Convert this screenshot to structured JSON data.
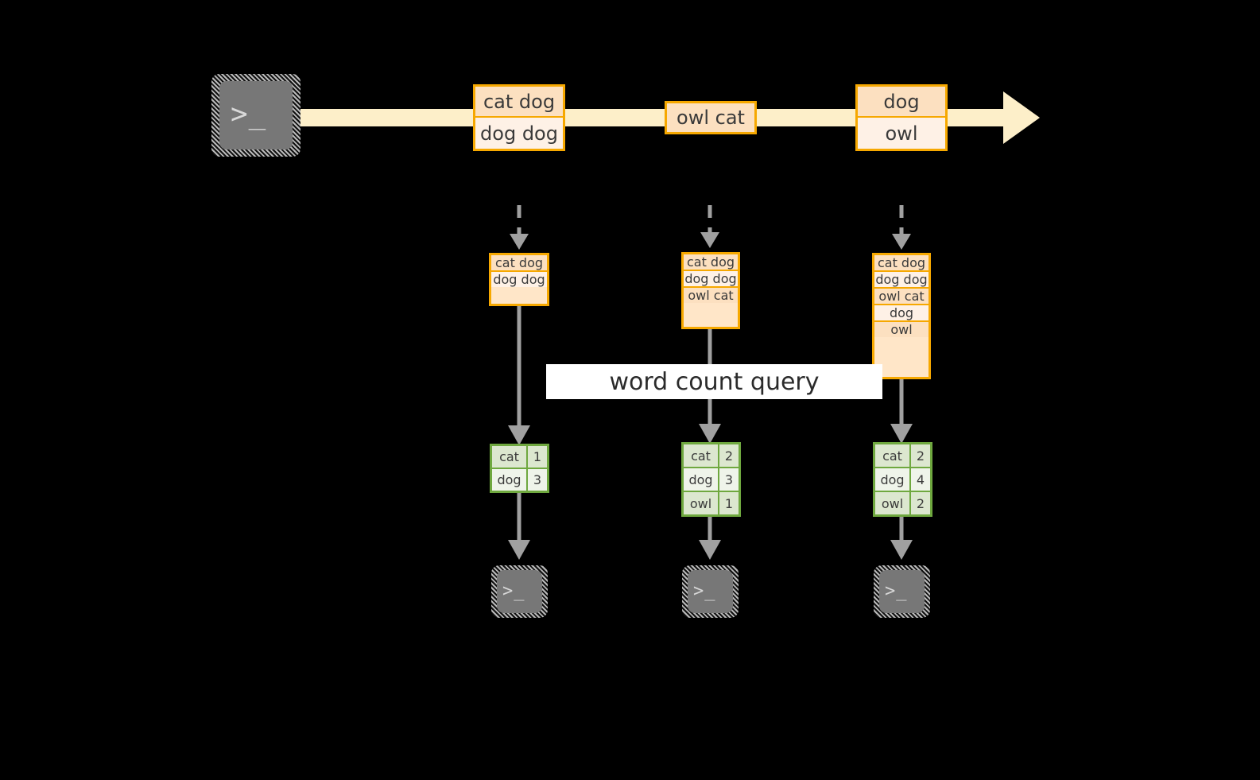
{
  "colors": {
    "background": "#000000",
    "belt_fill": "#FDEFC9",
    "record_border": "#F6A800",
    "record_fill_dark": "#FCE0C0",
    "record_fill_light": "#FEF1E6",
    "result_border": "#6FA83F",
    "result_fill_dark": "#DCE7CF",
    "result_fill_light": "#EFF4EA",
    "arrow_gray": "#A0A0A0",
    "terminal_body": "#777777",
    "banner_fill": "#FFFFFF"
  },
  "stream": {
    "source_icon": "terminal-icon",
    "source_glyph": ">_",
    "events": [
      {
        "id": "event-1",
        "lines": [
          "cat dog",
          "dog dog"
        ]
      },
      {
        "id": "event-2",
        "lines": [
          "owl cat"
        ]
      },
      {
        "id": "event-3",
        "lines": [
          "dog",
          "owl"
        ]
      }
    ]
  },
  "banner": {
    "label": "word count query"
  },
  "columns": [
    {
      "id": "snapshot-1",
      "input_lines": [
        "cat dog",
        "dog dog"
      ],
      "results": [
        {
          "word": "cat",
          "count": "1"
        },
        {
          "word": "dog",
          "count": "3"
        }
      ],
      "sink_icon": "terminal-icon",
      "sink_glyph": ">_"
    },
    {
      "id": "snapshot-2",
      "input_lines": [
        "cat dog",
        "dog dog",
        "owl cat"
      ],
      "results": [
        {
          "word": "cat",
          "count": "2"
        },
        {
          "word": "dog",
          "count": "3"
        },
        {
          "word": "owl",
          "count": "1"
        }
      ],
      "sink_icon": "terminal-icon",
      "sink_glyph": ">_"
    },
    {
      "id": "snapshot-3",
      "input_lines": [
        "cat dog",
        "dog dog",
        "owl cat",
        "dog",
        "owl"
      ],
      "results": [
        {
          "word": "cat",
          "count": "2"
        },
        {
          "word": "dog",
          "count": "4"
        },
        {
          "word": "owl",
          "count": "2"
        }
      ],
      "sink_icon": "terminal-icon",
      "sink_glyph": ">_"
    }
  ]
}
